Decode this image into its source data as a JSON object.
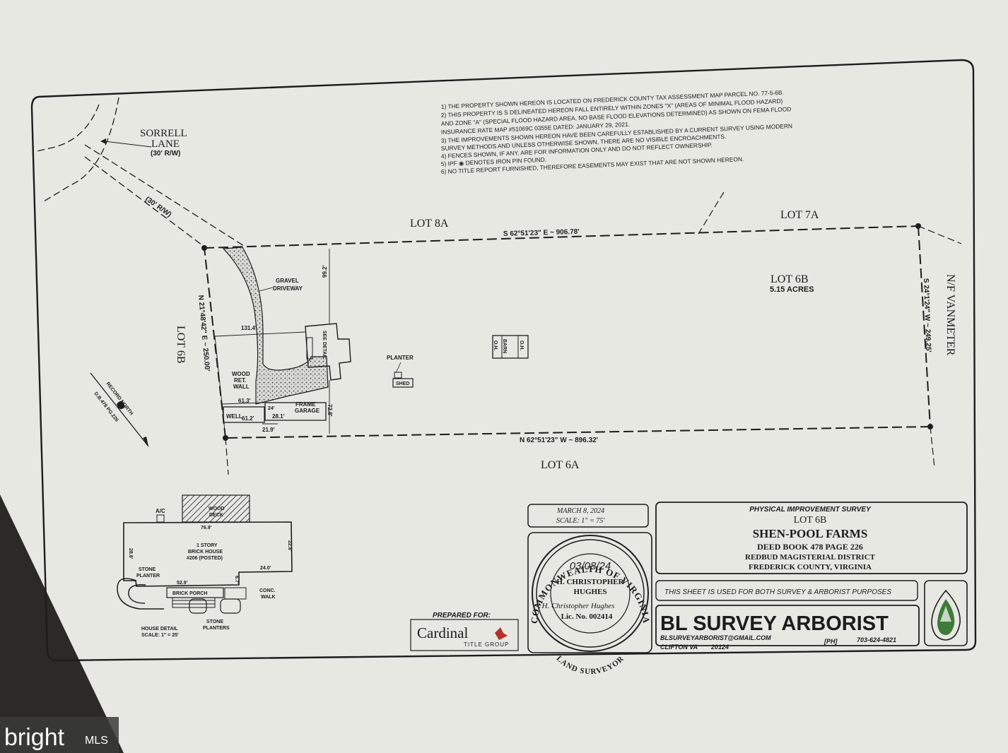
{
  "notes": [
    "1) THE PROPERTY SHOWN HEREON IS LOCATED ON FREDERICK COUNTY TAX ASSESSMENT MAP PARCEL NO. 77-5-6B.",
    "2) THIS PROPERTY IS S DELINEATED HEREON FALL ENTIRELY WITHIN ZONES \"X\" (AREAS OF MINIMAL FLOOD HAZARD)",
    "AND ZONE \"A\" (SPECIAL FLOOD HAZARD AREA, NO BASE FLOOD ELEVATIONS DETERMINED) AS SHOWN ON FEMA FLOOD",
    "INSURANCE RATE MAP #51069C 0355E DATED: JANUARY 29, 2021.",
    "3) THE IMPROVEMENTS SHOWN HEREON HAVE BEEN CAREFULLY ESTABLISHED BY A CURRENT SURVEY USING MODERN",
    "SURVEY METHODS AND UNLESS OTHERWISE SHOWN, THERE ARE NO VISIBLE ENCROACHMENTS.",
    "4) FENCES SHOWN, IF ANY, ARE FOR INFORMATION ONLY AND DO NOT REFLECT OWNERSHIP.",
    "5) IPF ◉ DENOTES IRON PIN FOUND.",
    "6) NO TITLE REPORT FURNISHED, THEREFORE EASEMENTS MAY EXIST THAT ARE NOT SHOWN HEREON."
  ],
  "road": {
    "name_line1": "SORRELL",
    "name_line2": "LANE",
    "rw": "(30' R/W)",
    "rw2": "(30' R/W)"
  },
  "lots": {
    "north_left": "LOT 8A",
    "north_right": "LOT 7A",
    "subject": "LOT 6B",
    "acres": "5.15 ACRES",
    "west": "LOT 6B",
    "south": "LOT 6A",
    "east": "N/F VANMETER"
  },
  "bearings": {
    "north": "S 62°51'23\" E  ~  906.78'",
    "south": "N 62°51'23\" W  ~  896.32'",
    "east": "S 24°1'24\" W  ~  249.25'",
    "west": "N 21°48'42\" E  ~  250.00'"
  },
  "features": {
    "gravel1": "GRAVEL",
    "gravel2": "DRIVEWAY",
    "wood1": "WOOD",
    "wood2": "RET.",
    "wood3": "WALL",
    "well": "WELL",
    "frame1": "FRAME",
    "frame2": "GARAGE",
    "planter": "PLANTER",
    "shed": "SHED",
    "barn": "BARN",
    "oh": "O.H.",
    "see_detail": "SEE DETAIL",
    "record_north": "RECORD NORTH",
    "db": "D.B.478 PG.226"
  },
  "dims": {
    "d1314": "131.4'",
    "d992": "99.2'",
    "d613": "61.3'",
    "d612": "61.2'",
    "d728": "72.8'",
    "d219": "21.9'",
    "d281": "28.1'",
    "d24": "24'"
  },
  "house": {
    "ac": "A/C",
    "deck1": "WOOD",
    "deck2": "DECK",
    "d769": "76.9'",
    "line1": "1 STORY",
    "line2": "BRICK HOUSE",
    "line3": "#206 (POSTED)",
    "d228": "22.8'",
    "d288": "28.8'",
    "d240": "24.0'",
    "d67": "6.7'",
    "d529": "52.9'",
    "stone1": "STONE",
    "stone2": "PLANTER",
    "porch": "BRICK PORCH",
    "conc1": "CONC.",
    "conc2": "WALK",
    "sp1": "STONE",
    "sp2": "PLANTERS",
    "detail1": "HOUSE DETAIL",
    "detail2": "SCALE: 1\" = 25'"
  },
  "date_box": {
    "date": "MARCH 8, 2024",
    "scale": "SCALE: 1\" = 75'"
  },
  "title_block": {
    "type": "PHYSICAL IMPROVEMENT SURVEY",
    "lot": "LOT 6B",
    "name": "SHEN-POOL FARMS",
    "deed": "DEED BOOK 478 PAGE 226",
    "district": "REDBUD MAGISTERIAL DISTRICT",
    "county": "FREDERICK COUNTY, VIRGINIA"
  },
  "purpose": "THIS SHEET IS USED FOR BOTH SURVEY & ARBORIST PURPOSES",
  "seal": {
    "top": "COMMONWEALTH OF VIRGINIA",
    "date": "03/08/24",
    "name1": "H. CHRISTOPHER",
    "name2": "HUGHES",
    "signature": "H. Christopher Hughes",
    "lic": "Lic. No. 002414",
    "bottom": "LAND SURVEYOR"
  },
  "prepared": {
    "label": "PREPARED FOR:",
    "company": "Cardinal",
    "company2": "TITLE GROUP"
  },
  "company_block": {
    "name": "BL SURVEY ARBORIST",
    "email": "BLSURVEYARBORIST@GMAIL.COM",
    "ph_label": "[PH]",
    "phone": "703-624-4821",
    "city": "CLIFTON VA",
    "zip": "20124"
  },
  "watermark": {
    "brand": "bright",
    "mls": "MLS"
  },
  "colors": {
    "paper": "#e7e8e2",
    "ink": "#1d1d1d",
    "cardinal_red": "#b8302a",
    "leaf_green": "#3e7b3a"
  }
}
